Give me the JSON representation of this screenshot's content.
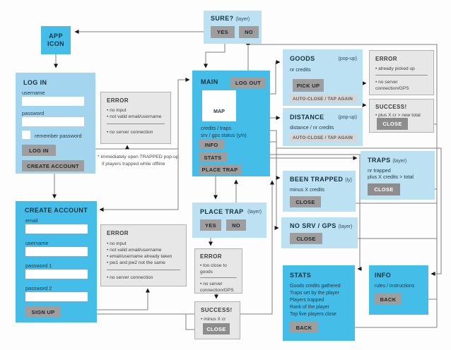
{
  "colors": {
    "cyan_panel": "#45bde9",
    "light_blue_panel": "#a3d6ee",
    "popup_blue": "#bce1f2",
    "gray_box": "#e7e7e7",
    "button_gray": "#9e9e9e",
    "button_dark": "#8d8d8d"
  },
  "diagram": {
    "sure": {
      "title": "SURE?",
      "tag": "(layer)",
      "yes": "YES",
      "no": "NO"
    },
    "app_icon": {
      "label": "APP ICON"
    },
    "login": {
      "title": "LOG IN",
      "username_label": "username",
      "password_label": "password",
      "remember_label": "remember password",
      "login_btn": "LOG IN",
      "create_btn": "CREATE ACCOUNT"
    },
    "error_login": {
      "title": "ERROR",
      "items": [
        "no input",
        "not valid email/username"
      ],
      "items2": [
        "no server connection"
      ]
    },
    "note": {
      "line1": "* immediately open TRAPPED pop-up",
      "line2": "if players trapped while offline"
    },
    "main": {
      "title": "MAIN",
      "logout_btn": "LOG OUT",
      "map_label": "MAP",
      "line1": "credits / traps",
      "line2": "srv / gps status (y/n)",
      "info_btn": "INFO",
      "stats_btn": "STATS",
      "place_btn": "PLACE TRAP"
    },
    "goods": {
      "title": "GOODS",
      "tag": "(pop-up)",
      "line": "nr credits",
      "pickup_btn": "PICK UP",
      "chip": "AUTO-CLOSE / TAP AGAIN"
    },
    "error_goods": {
      "title": "ERROR",
      "items": [
        "already picked up"
      ],
      "items2": [
        "no server connection/GPS"
      ]
    },
    "success_goods": {
      "title": "SUCCESS!",
      "line": "plus X cr > new total",
      "close_btn": "CLOSE"
    },
    "distance": {
      "title": "DISTANCE",
      "tag": "(pop-up)",
      "line": "distance / nr credits",
      "chip": "AUTO-CLOSE / TAP AGAIN"
    },
    "traps": {
      "title": "TRAPS",
      "tag": "(layer)",
      "line1": "nr trapped",
      "line2": "plus X credits > total",
      "close_btn": "CLOSE"
    },
    "been_trapped": {
      "title": "BEEN TRAPPED",
      "tag": "(ly)",
      "line": "minus X credits",
      "close_btn": "CLOSE"
    },
    "no_srv": {
      "title": "NO SRV / GPS",
      "tag": "(layer)",
      "close_btn": "CLOSE"
    },
    "place_trap": {
      "title": "PLACE TRAP",
      "tag": "(layer)",
      "yes": "YES",
      "no": "NO"
    },
    "error_place": {
      "title": "ERROR",
      "items": [
        "too close to goods"
      ],
      "items2": [
        "no server connection/GPS"
      ]
    },
    "success_place": {
      "title": "SUCCESS!",
      "line": "minus X cr",
      "close_btn": "CLOSE"
    },
    "stats": {
      "title": "STATS",
      "lines": [
        "Goods credits gathered",
        "Traps set by the player",
        "Players trapped",
        "Rank of the player",
        "Top five players close"
      ],
      "back_btn": "BACK"
    },
    "info": {
      "title": "INFO",
      "line": "rules / instructions",
      "back_btn": "BACK"
    },
    "create": {
      "title": "CREATE ACCOUNT",
      "email_label": "email",
      "username_label": "username",
      "pw1_label": "password 1",
      "pw2_label": "password 2",
      "signup_btn": "SIGN UP"
    },
    "error_create": {
      "title": "ERROR",
      "items": [
        "no input",
        "not valid email/username",
        "email/username already taken",
        "pw1 and pw2 not the same"
      ],
      "items2": [
        "no server connection"
      ]
    }
  }
}
